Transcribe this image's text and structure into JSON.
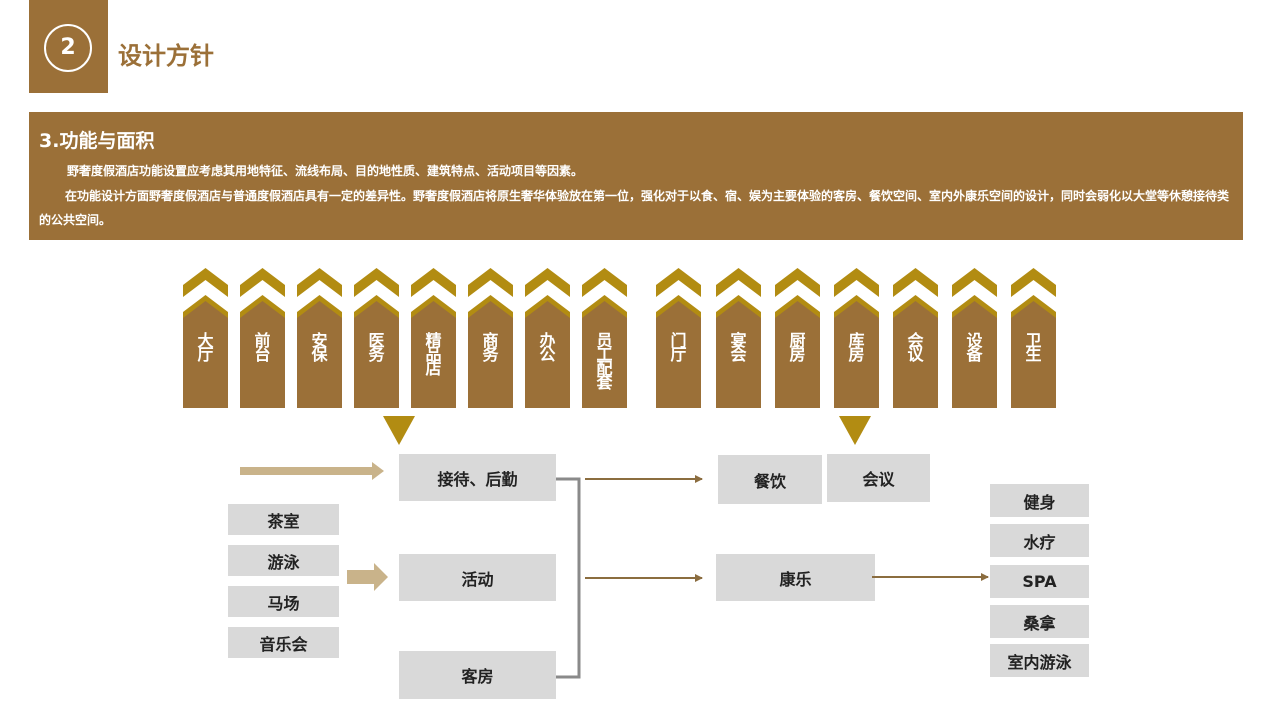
{
  "section": {
    "number": "2",
    "title": "设计方针"
  },
  "banner": {
    "title": "3.功能与面积",
    "para1": "野奢度假酒店功能设置应考虑其用地特征、流线布局、目的地性质、建筑特点、活动项目等因素。",
    "para2": "在功能设计方面野奢度假酒店与普通度假酒店具有一定的差异性。野奢度假酒店将原生奢华体验放在第一位，强化对于以食、宿、娱为主要体验的客房、餐饮空间、室内外康乐空间的设计，同时会弱化以大堂等休憩接待类的公共空间。"
  },
  "group_left": [
    "大厅",
    "前台",
    "安保",
    "医务",
    "精品店",
    "商务",
    "办公",
    "员工配套"
  ],
  "group_right": [
    "门厅",
    "宴会",
    "厨房",
    "库房",
    "会议",
    "设备",
    "卫生"
  ],
  "activities": [
    "茶室",
    "游泳",
    "马场",
    "音乐会"
  ],
  "center_boxes": {
    "reception": "接待、后勤",
    "activity": "活动",
    "guestroom": "客房"
  },
  "right_boxes": {
    "dining": "餐饮",
    "meeting": "会议",
    "recreation": "康乐"
  },
  "recreation_items": [
    "健身",
    "水疗",
    "SPA",
    "桑拿",
    "室内游泳"
  ],
  "colors": {
    "brown": "#9b7038",
    "gold": "#b28c12",
    "tan": "#c9b38a",
    "gray": "#d9d9d9",
    "arrow": "#8b6d3f"
  }
}
